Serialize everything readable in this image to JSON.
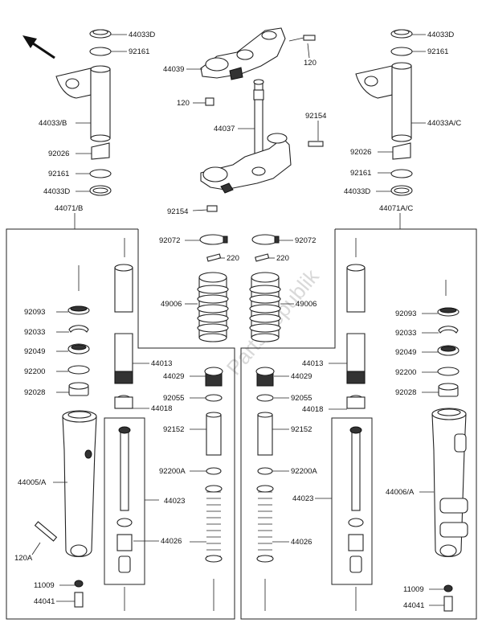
{
  "watermark": "PartsRepublik",
  "labels": {
    "l_44033D_tl": "44033D",
    "l_92161_tl": "92161",
    "l_44033B": "44033/B",
    "l_92026_l": "92026",
    "l_92161_l": "92161",
    "l_44033D_l": "44033D",
    "l_44071B": "44071/B",
    "l_44039": "44039",
    "l_120_t": "120",
    "l_120_m": "120",
    "l_44037": "44037",
    "l_92154_t": "92154",
    "l_92154_b": "92154",
    "l_44033D_tr": "44033D",
    "l_92161_tr": "92161",
    "l_44033AC": "44033A/C",
    "l_92026_r": "92026",
    "l_92161_r": "92161",
    "l_44033D_r": "44033D",
    "l_44071AC": "44071A/C",
    "l_92072_l": "92072",
    "l_92072_r": "92072",
    "l_220_l": "220",
    "l_220_r": "220",
    "l_49006_l": "49006",
    "l_49006_r": "49006",
    "l_92093_l": "92093",
    "l_92033_l": "92033",
    "l_92049_l": "92049",
    "l_92200_l": "92200",
    "l_92028_l": "92028",
    "l_44013_l": "44013",
    "l_44029_l": "44029",
    "l_92055_l": "92055",
    "l_44018_l": "44018",
    "l_44005A": "44005/A",
    "l_92152_l": "92152",
    "l_92200A_l": "92200A",
    "l_44023_l": "44023",
    "l_44026_l": "44026",
    "l_120A": "120A",
    "l_11009_l": "11009",
    "l_44041_l": "44041",
    "l_92093_r": "92093",
    "l_92033_r": "92033",
    "l_92049_r": "92049",
    "l_92200_r": "92200",
    "l_92028_r": "92028",
    "l_44013_r": "44013",
    "l_44029_r": "44029",
    "l_92055_r": "92055",
    "l_44018_r": "44018",
    "l_44006A": "44006/A",
    "l_92152_r": "92152",
    "l_92200A_r": "92200A",
    "l_44023_r": "44023",
    "l_44026_r": "44026",
    "l_11009_r": "11009",
    "l_44041_r": "44041"
  }
}
